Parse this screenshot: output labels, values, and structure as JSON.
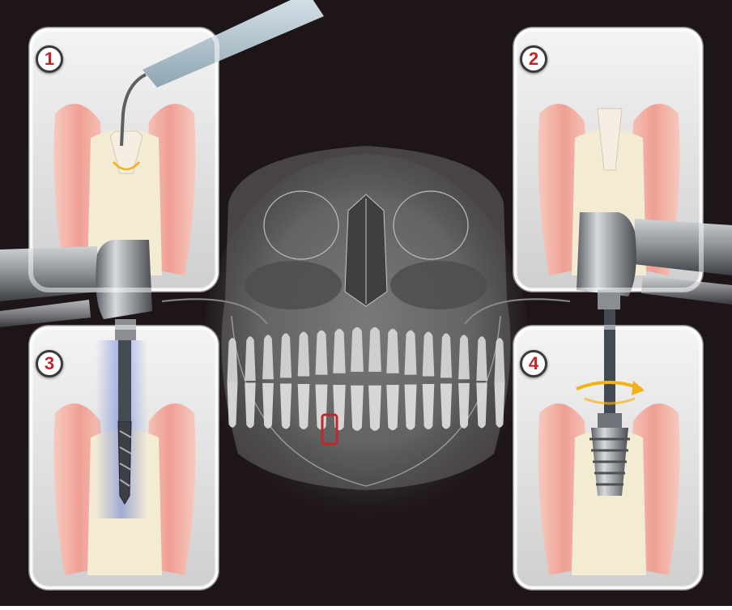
{
  "steps": [
    {
      "number": "1",
      "stage": "ultrasonic-extraction"
    },
    {
      "number": "2",
      "stage": "root-removed"
    },
    {
      "number": "3",
      "stage": "drilling"
    },
    {
      "number": "4",
      "stage": "implant-placement"
    }
  ],
  "colors": {
    "background": "#1d1518",
    "panel": "#e6e6e6",
    "gum": "#f2b9ad",
    "bone": "#f3ecd2",
    "badge_number": "#c0262c",
    "highlight_box": "#c0262c",
    "rotation_arrow": "#f2b318"
  }
}
